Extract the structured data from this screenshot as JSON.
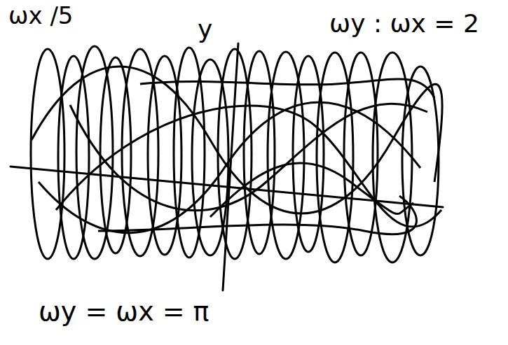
{
  "diagram": {
    "labels": [
      "ωx ∕5",
      "y",
      "ωy : ωx = 2",
      "ωy = ωx = π"
    ]
  }
}
